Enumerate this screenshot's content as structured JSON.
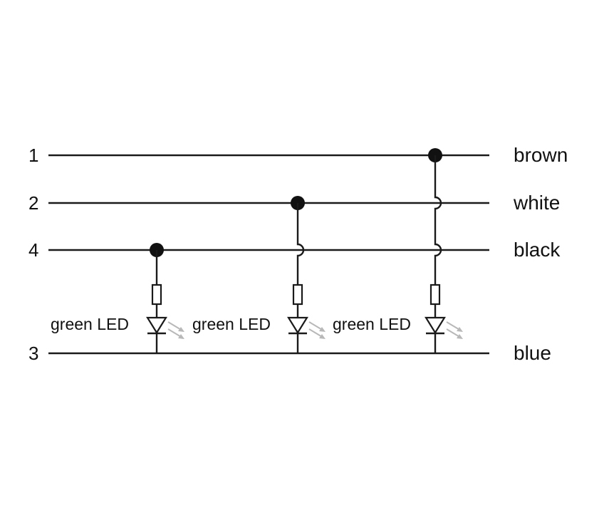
{
  "lines": [
    {
      "pin": "1",
      "color": "brown"
    },
    {
      "pin": "2",
      "color": "white"
    },
    {
      "pin": "4",
      "color": "black"
    },
    {
      "pin": "3",
      "color": "blue"
    }
  ],
  "leds": [
    {
      "label": "green LED"
    },
    {
      "label": "green LED"
    },
    {
      "label": "green LED"
    }
  ],
  "colors": {
    "ink": "#1a1a1a",
    "light_rays": "#b8b8b8"
  }
}
